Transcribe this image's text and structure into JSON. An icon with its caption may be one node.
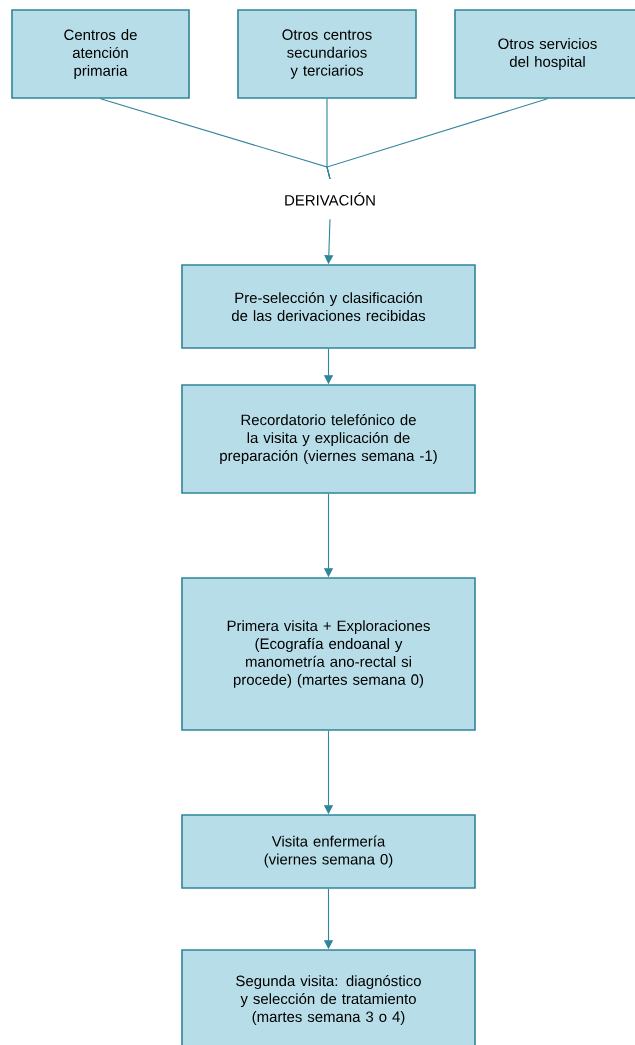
{
  "diagram": {
    "nodes": [
      {
        "text": [
          "Centros de atención primaria"
        ]
      },
      {
        "text": [
          "Otros centros secundarios y terciarios"
        ]
      },
      {
        "text": [
          "Otros servicios del hospital"
        ]
      },
      {
        "text": [
          "DERIVACIÓN"
        ]
      },
      {
        "text": [
          "Pre-selección y clasificación de las derivaciones recibidas"
        ]
      },
      {
        "text": [
          "Recordatorio telefónico de la visita y explicación de preparación (viernes semana -1)"
        ]
      },
      {
        "text": [
          "Primera visita + Exploraciones (Ecografía endoanal y manometría ano-rectal si procede) (martes semana 0)"
        ]
      },
      {
        "text": [
          "Visita enfermería (viernes semana 0)"
        ]
      },
      {
        "text": [
          "Segunda visita: diagnóstico y selección de tratamiento (martes semana 3 o 4)"
        ]
      }
    ],
    "edges": [
      {
        "from": 0,
        "to": 3,
        "arrow": "none"
      },
      {
        "from": 1,
        "to": 3,
        "arrow": "none"
      },
      {
        "from": 2,
        "to": 3,
        "arrow": "none"
      },
      {
        "from": 3,
        "to": 4,
        "arrow": "to"
      },
      {
        "from": 4,
        "to": 5,
        "arrow": "to"
      },
      {
        "from": 5,
        "to": 6,
        "arrow": "to"
      },
      {
        "from": 6,
        "to": 7,
        "arrow": "to"
      },
      {
        "from": 7,
        "to": 8,
        "arrow": "to"
      }
    ]
  }
}
